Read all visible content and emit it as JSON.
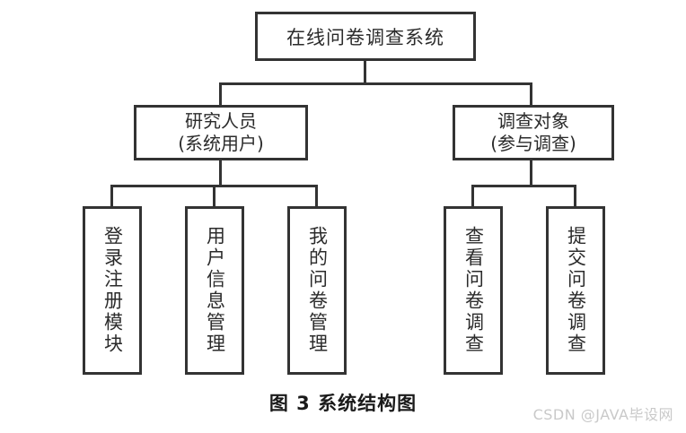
{
  "diagram": {
    "type": "org-chart",
    "root": {
      "label": "在线问卷调查系统"
    },
    "branches": [
      {
        "line1": "研究人员",
        "line2": "(系统用户)",
        "leaves": [
          {
            "label": "登录注册模块"
          },
          {
            "label": "用户信息管理"
          },
          {
            "label": "我的问卷管理"
          }
        ]
      },
      {
        "line1": "调查对象",
        "line2": "(参与调查)",
        "leaves": [
          {
            "label": "查看问卷调查"
          },
          {
            "label": "提交问卷调查"
          }
        ]
      }
    ]
  },
  "caption": "图 3  系统结构图",
  "watermark": "CSDN @JAVA毕设网",
  "colors": {
    "border": "#333333",
    "background": "#ffffff",
    "text": "#2b2b2b",
    "watermark": "#c9c9c9"
  }
}
